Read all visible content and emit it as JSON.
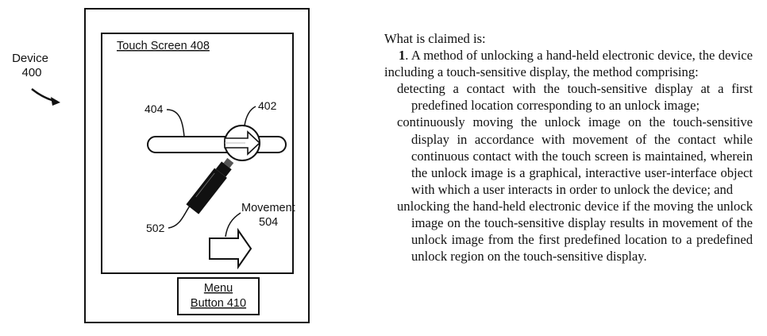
{
  "figure": {
    "device_label_line1": "Device",
    "device_label_line2": "400",
    "screen_label": "Touch Screen 408",
    "menu_line1": "Menu",
    "menu_line2": "Button 410",
    "label_404": "404",
    "label_402": "402",
    "label_502": "502",
    "movement_line1": "Movement",
    "movement_line2": "504"
  },
  "claims": {
    "intro": "What is claimed is:",
    "claim_number": "1",
    "preamble": ". A method of unlocking a hand-held electronic device, the device including a touch-sensitive display, the method comprising:",
    "steps": [
      "detecting a contact with the touch-sensitive display at a first predefined location corresponding to an unlock image;",
      "continuously moving the unlock image on the touch-sensitive display in accordance with movement of the contact while continuous contact with the touch screen is maintained, wherein the unlock image is a graphical, interactive user-interface object with which a user interacts in order to unlock the device; and",
      "unlocking the hand-held electronic device if the moving the unlock image on the touch-sensitive display results in movement of the unlock image from the first predefined location to a predefined unlock region on the touch-sensitive display."
    ]
  }
}
